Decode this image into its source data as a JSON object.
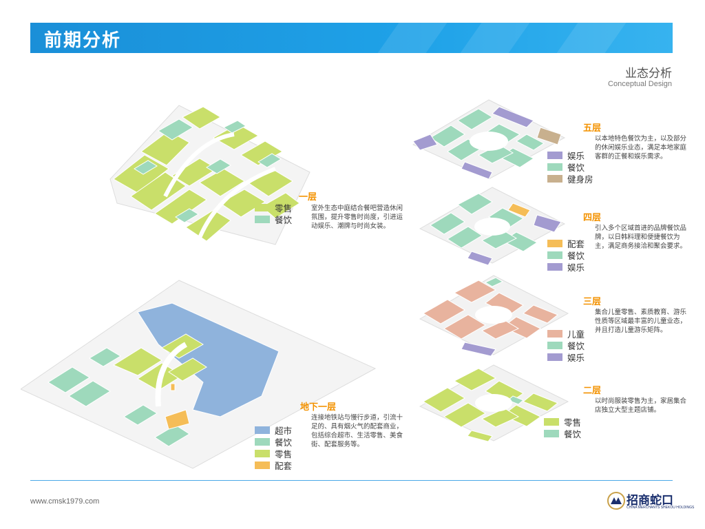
{
  "header": {
    "title": "前期分析"
  },
  "section": {
    "title": "业态分析",
    "subtitle": "Conceptual Design"
  },
  "colors": {
    "retail": "#c9df6a",
    "dining": "#9ed9bc",
    "entertainment": "#a39bd0",
    "fitness": "#c8b08e",
    "supporting": "#f5bd57",
    "kids": "#e8b39e",
    "supermarket": "#8fb3dc",
    "accent": "#f39200"
  },
  "floors": {
    "f1": {
      "label": "一层",
      "desc": "室外生态中庭结合餐吧营造休闲氛围，提升零售时尚度，引进运动娱乐、潮牌与时尚女装。",
      "legend": [
        {
          "text": "零售",
          "color": "#c9df6a"
        },
        {
          "text": "餐饮",
          "color": "#9ed9bc"
        }
      ]
    },
    "b1": {
      "label": "地下一层",
      "desc": "连接地铁站与慢行步道，引流十足的、具有烟火气的配套商业，包括综合超市、生活零售、美食街、配套服务等。",
      "legend": [
        {
          "text": "超市",
          "color": "#8fb3dc"
        },
        {
          "text": "餐饮",
          "color": "#9ed9bc"
        },
        {
          "text": "零售",
          "color": "#c9df6a"
        },
        {
          "text": "配套",
          "color": "#f5bd57"
        }
      ]
    },
    "f5": {
      "label": "五层",
      "desc": "以本地特色餐饮为主，以及部分的休闲娱乐业态，满足本地家庭客群的正餐和娱乐需求。",
      "legend": [
        {
          "text": "娱乐",
          "color": "#a39bd0"
        },
        {
          "text": "餐饮",
          "color": "#9ed9bc"
        },
        {
          "text": "健身房",
          "color": "#c8b08e"
        }
      ]
    },
    "f4": {
      "label": "四层",
      "desc": "引入多个区域首进的品牌餐饮品牌，以日韩料理和便捷餐饮为主，满足商务接洽和聚会要求。",
      "legend": [
        {
          "text": "配套",
          "color": "#f5bd57"
        },
        {
          "text": "餐饮",
          "color": "#9ed9bc"
        },
        {
          "text": "娱乐",
          "color": "#a39bd0"
        }
      ]
    },
    "f3": {
      "label": "三层",
      "desc": "集合儿童零售、素质教育、游乐性质等区域最丰富的儿童业态，并且打造儿童游乐矩阵。",
      "legend": [
        {
          "text": "儿童",
          "color": "#e8b39e"
        },
        {
          "text": "餐饮",
          "color": "#9ed9bc"
        },
        {
          "text": "娱乐",
          "color": "#a39bd0"
        }
      ]
    },
    "f2": {
      "label": "二层",
      "desc": "以时尚服装零售为主，家居集合店独立大型主题店铺。",
      "legend": [
        {
          "text": "零售",
          "color": "#c9df6a"
        },
        {
          "text": "餐饮",
          "color": "#9ed9bc"
        }
      ]
    }
  },
  "footer": {
    "url": "www.cmsk1979.com",
    "logo_text": "招商蛇口",
    "logo_sub": "CHINA MERCHANTS SHEKOU HOLDINGS"
  }
}
